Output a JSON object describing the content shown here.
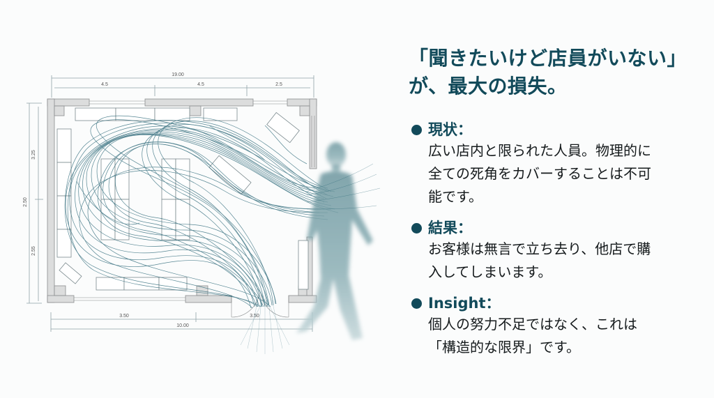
{
  "slide": {
    "title_lines": [
      "「聞きたいけど店員がいない」",
      "が、最大の損失。"
    ],
    "colors": {
      "accent": "#124a5a",
      "body_text": "#151a1c",
      "flow_lines": "#1f5f70",
      "walls": "#d9dadb",
      "silhouette": "#7fa6ad"
    },
    "bullets": [
      {
        "label": "現状：",
        "body": "広い店内と限られた人員。物理的に\n全ての死角をカバーすることは不可\n能です。"
      },
      {
        "label": "結果：",
        "body": "お客様は無言で立ち去り、他店で購\n入してしまいます。"
      },
      {
        "label": "Insight：",
        "body": "個人の努力不足ではなく、これは\n「構造的な限界」です。"
      }
    ]
  },
  "floor_plan": {
    "dimensions": {
      "top_total": "19.00",
      "top_segments": [
        "4.5",
        "4.5",
        "2.5"
      ],
      "left_total": "2.50",
      "left_segments": [
        "3.25",
        "2.55"
      ],
      "bottom_segments": [
        "3.50",
        "3.50"
      ],
      "bottom_total": "10.00"
    },
    "icons": [
      "customer-flow-lines",
      "walking-person-silhouette",
      "entrance-door"
    ]
  }
}
